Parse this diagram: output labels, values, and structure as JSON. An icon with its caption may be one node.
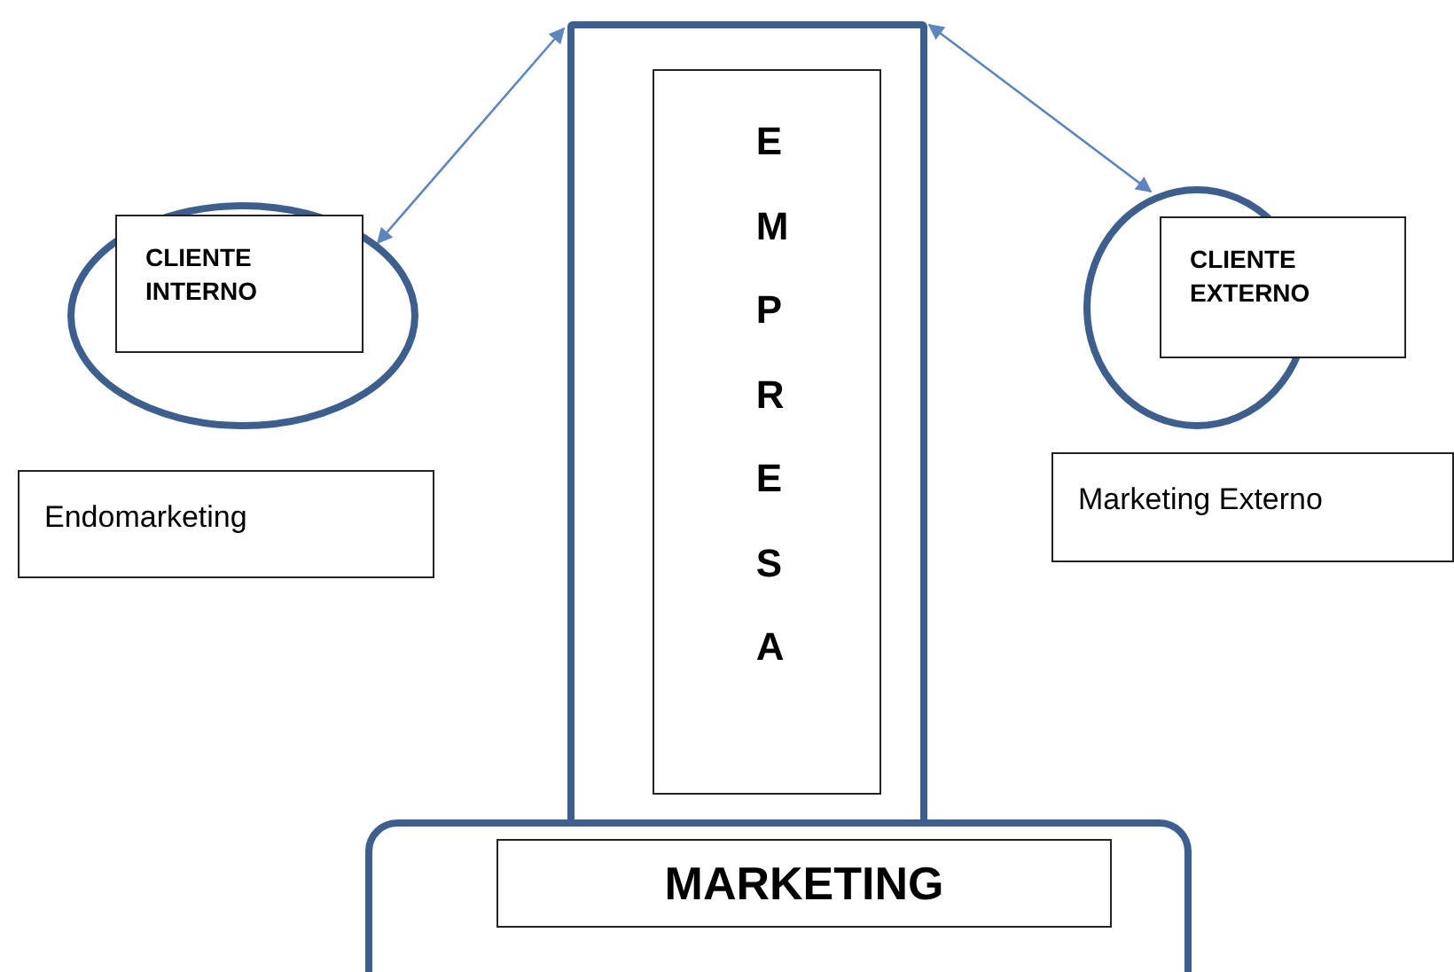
{
  "diagram": {
    "nodes": [
      {
        "text": [],
        "shape": "box"
      },
      {
        "text": [
          "EMPRESA"
        ],
        "in": 0
      },
      {
        "text": [],
        "shape": "circle"
      },
      {
        "text": [
          "CLIENTE INTERNO"
        ],
        "in": 2
      },
      {
        "text": [],
        "shape": "circle"
      },
      {
        "text": [
          "CLIENTE EXTERNO"
        ]
      },
      {
        "text": [
          "Endomarketing"
        ]
      },
      {
        "text": [
          "Marketing Externo"
        ]
      },
      {
        "text": [],
        "shape": "box"
      },
      {
        "text": [
          "MARKETING"
        ],
        "in": 8
      }
    ],
    "edges": [
      {
        "from": 0,
        "to": 2,
        "arrow": "both"
      },
      {
        "from": 0,
        "to": 4,
        "arrow": "both"
      }
    ]
  }
}
